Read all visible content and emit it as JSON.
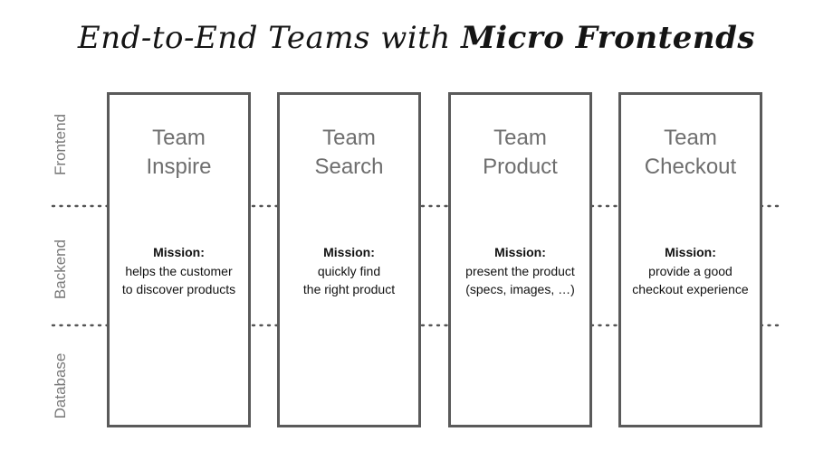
{
  "title": {
    "part1": "End-to-End Teams with ",
    "part2": "Micro Frontends"
  },
  "layers": [
    "Frontend",
    "Backend",
    "Database"
  ],
  "mission_label": "Mission:",
  "teams": [
    {
      "line1": "Team",
      "line2": "Inspire",
      "mission": [
        "helps the customer",
        "to discover products"
      ]
    },
    {
      "line1": "Team",
      "line2": "Search",
      "mission": [
        "quickly find",
        "the right product"
      ]
    },
    {
      "line1": "Team",
      "line2": "Product",
      "mission": [
        "present the product",
        "(specs, images, …)"
      ]
    },
    {
      "line1": "Team",
      "line2": "Checkout",
      "mission": [
        "provide a good",
        "checkout experience"
      ]
    }
  ]
}
